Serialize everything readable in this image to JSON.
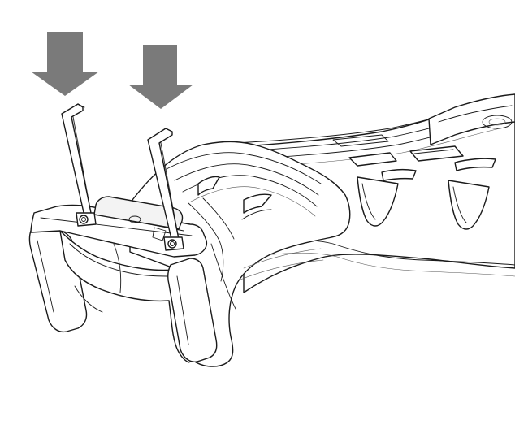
{
  "figure": {
    "subject": "",
    "arrow_color": "#7a7a7a",
    "line_color": "#1a1a1a",
    "background": "#ffffff"
  },
  "arrows": [
    {
      "name": "push-arrow-left",
      "direction": "down"
    },
    {
      "name": "push-arrow-right",
      "direction": "down"
    }
  ],
  "clips": [
    {
      "name": "clip-left"
    },
    {
      "name": "clip-right"
    }
  ]
}
